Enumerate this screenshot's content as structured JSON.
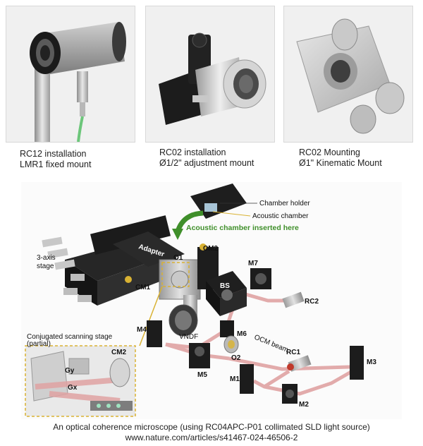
{
  "photos": [
    {
      "caption_line1": "RC12 installation",
      "caption_line2": "LMR1 fixed mount"
    },
    {
      "caption_line1": "RC02 installation",
      "caption_line2": "Ø1/2\" adjustment mount"
    },
    {
      "caption_line1": "RC02 Mounting",
      "caption_line2": "Ø1\" Kinematic Mount"
    }
  ],
  "diagram": {
    "labels": {
      "chamber_holder": "Chamber holder",
      "acoustic_chamber": "Acoustic chamber",
      "inserted_here": "Acoustic chamber inserted here",
      "adapter": "Adapter",
      "cm2": "CM2",
      "o1": "O1",
      "three_axis_line1": "3-axis",
      "three_axis_line2": "stage",
      "m7": "M7",
      "bs": "BS",
      "rc2": "RC2",
      "cm1": "CM1",
      "vndf": "VNDF",
      "m4": "M4",
      "m6": "M6",
      "ocm_beam": "OCM beam",
      "o2": "O2",
      "rc1": "RC1",
      "m3": "M3",
      "m5": "M5",
      "m1": "M1",
      "m2": "M2",
      "conjugated_line1": "Conjugated scanning stage",
      "conjugated_line2": "(partial)",
      "inset_cm2": "CM2",
      "g_y": "Gy",
      "g_x": "Gx"
    },
    "colors": {
      "beam": "#e0a3a3",
      "highlight": "#d9b233",
      "green_label": "#3f8f2a"
    }
  },
  "footer": {
    "line1": "An optical coherence microscope (using RC04APC-P01 collimated SLD light source)",
    "line2": "www.nature.com/articles/s41467-024-46506-2"
  }
}
